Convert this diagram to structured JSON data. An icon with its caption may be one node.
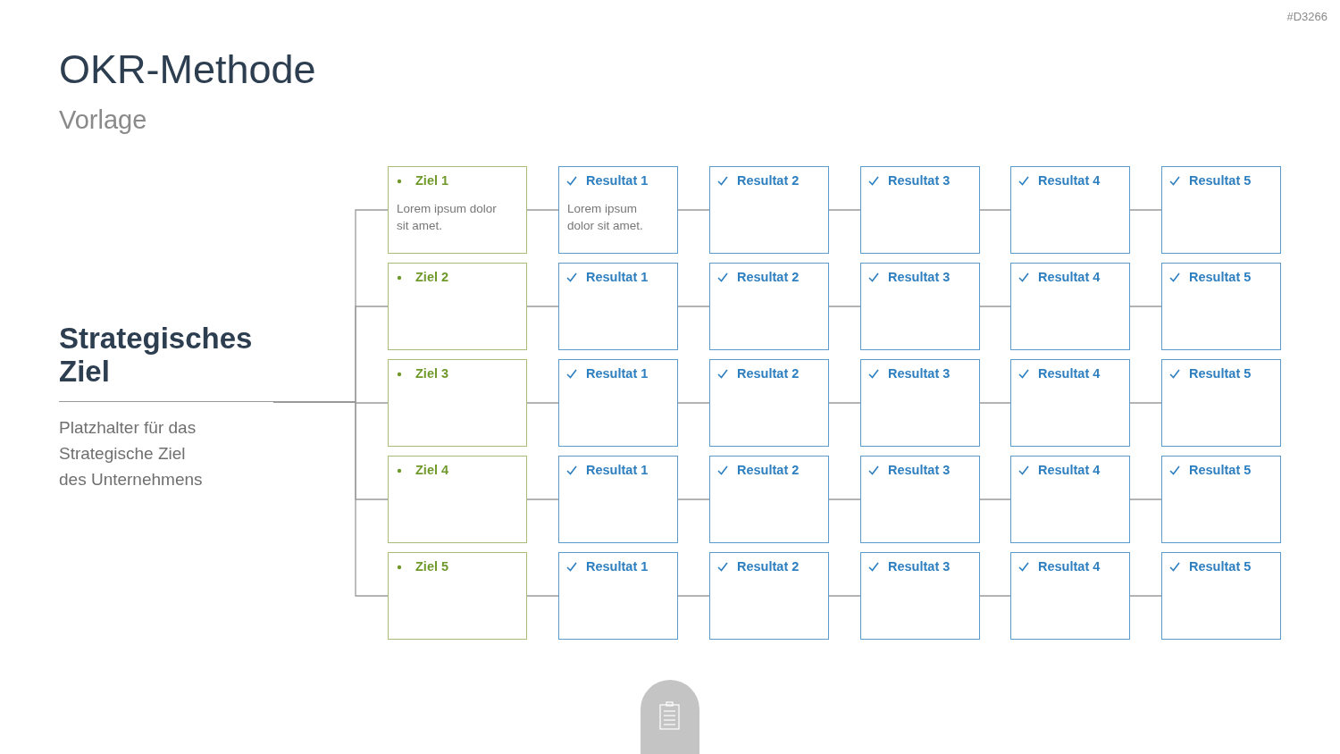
{
  "diagram": {
    "title": "OKR-Methode",
    "nodes": [
      {
        "text": [
          "Strategisches Ziel",
          "Platzhalter für das Strategische Ziel des Unternehmens"
        ]
      },
      {
        "text": [
          "Ziel 1",
          "Lorem ipsum dolor sit amet."
        ]
      },
      {
        "text": [
          "Resultat 1",
          "Lorem ipsum dolor sit amet."
        ]
      },
      {
        "text": [
          "Resultat 2"
        ]
      },
      {
        "text": [
          "Resultat 3"
        ]
      },
      {
        "text": [
          "Resultat 4"
        ]
      },
      {
        "text": [
          "Resultat 5"
        ]
      },
      {
        "text": [
          "Ziel 2"
        ]
      },
      {
        "text": [
          "Resultat 1"
        ]
      },
      {
        "text": [
          "Resultat 2"
        ]
      },
      {
        "text": [
          "Resultat 3"
        ]
      },
      {
        "text": [
          "Resultat 4"
        ]
      },
      {
        "text": [
          "Resultat 5"
        ]
      },
      {
        "text": [
          "Ziel 3"
        ]
      },
      {
        "text": [
          "Resultat 1"
        ]
      },
      {
        "text": [
          "Resultat 2"
        ]
      },
      {
        "text": [
          "Resultat 3"
        ]
      },
      {
        "text": [
          "Resultat 4"
        ]
      },
      {
        "text": [
          "Resultat 5"
        ]
      },
      {
        "text": [
          "Ziel 4"
        ]
      },
      {
        "text": [
          "Resultat 1"
        ]
      },
      {
        "text": [
          "Resultat 2"
        ]
      },
      {
        "text": [
          "Resultat 3"
        ]
      },
      {
        "text": [
          "Resultat 4"
        ]
      },
      {
        "text": [
          "Resultat 5"
        ]
      },
      {
        "text": [
          "Ziel 5"
        ]
      },
      {
        "text": [
          "Resultat 1"
        ]
      },
      {
        "text": [
          "Resultat 2"
        ]
      },
      {
        "text": [
          "Resultat 3"
        ]
      },
      {
        "text": [
          "Resultat 4"
        ]
      },
      {
        "text": [
          "Resultat 5"
        ]
      }
    ],
    "edges": [
      {
        "from": 0,
        "to": 1,
        "arrow": "none"
      },
      {
        "from": 0,
        "to": 7,
        "arrow": "none"
      },
      {
        "from": 0,
        "to": 13,
        "arrow": "none"
      },
      {
        "from": 0,
        "to": 19,
        "arrow": "none"
      },
      {
        "from": 0,
        "to": 25,
        "arrow": "none"
      },
      {
        "from": 1,
        "to": 2,
        "arrow": "none"
      },
      {
        "from": 2,
        "to": 3,
        "arrow": "none"
      },
      {
        "from": 3,
        "to": 4,
        "arrow": "none"
      },
      {
        "from": 4,
        "to": 5,
        "arrow": "none"
      },
      {
        "from": 5,
        "to": 6,
        "arrow": "none"
      },
      {
        "from": 7,
        "to": 8,
        "arrow": "none"
      },
      {
        "from": 8,
        "to": 9,
        "arrow": "none"
      },
      {
        "from": 9,
        "to": 10,
        "arrow": "none"
      },
      {
        "from": 10,
        "to": 11,
        "arrow": "none"
      },
      {
        "from": 11,
        "to": 12,
        "arrow": "none"
      },
      {
        "from": 13,
        "to": 14,
        "arrow": "none"
      },
      {
        "from": 14,
        "to": 15,
        "arrow": "none"
      },
      {
        "from": 15,
        "to": 16,
        "arrow": "none"
      },
      {
        "from": 16,
        "to": 17,
        "arrow": "none"
      },
      {
        "from": 17,
        "to": 18,
        "arrow": "none"
      },
      {
        "from": 19,
        "to": 20,
        "arrow": "none"
      },
      {
        "from": 20,
        "to": 21,
        "arrow": "none"
      },
      {
        "from": 21,
        "to": 22,
        "arrow": "none"
      },
      {
        "from": 22,
        "to": 23,
        "arrow": "none"
      },
      {
        "from": 23,
        "to": 24,
        "arrow": "none"
      },
      {
        "from": 25,
        "to": 26,
        "arrow": "none"
      },
      {
        "from": 26,
        "to": 27,
        "arrow": "none"
      },
      {
        "from": 27,
        "to": 28,
        "arrow": "none"
      },
      {
        "from": 28,
        "to": 29,
        "arrow": "none"
      },
      {
        "from": 29,
        "to": 30,
        "arrow": "none"
      }
    ],
    "labels": [
      "Vorlage",
      "#D3266"
    ]
  }
}
